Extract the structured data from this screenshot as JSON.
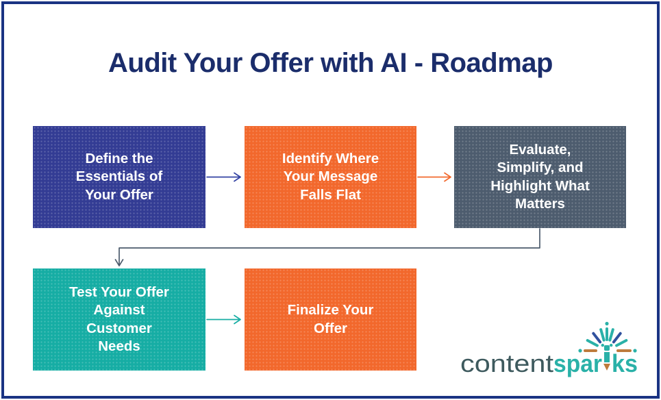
{
  "title": "Audit Your Offer with AI - Roadmap",
  "boxes": [
    {
      "id": "step-1",
      "label": "Define the\nEssentials of\nYour Offer",
      "color": "#333C94"
    },
    {
      "id": "step-2",
      "label": "Identify Where\nYour Message\nFalls Flat",
      "color": "#F2682C"
    },
    {
      "id": "step-3",
      "label": "Evaluate,\nSimplify, and\nHighlight What\nMatters",
      "color": "#4D5C6E"
    },
    {
      "id": "step-4",
      "label": "Test Your Offer\nAgainst\nCustomer\nNeeds",
      "color": "#16ADA4"
    },
    {
      "id": "step-5",
      "label": "Finalize Your\nOffer",
      "color": "#F2682C"
    }
  ],
  "connectors": [
    {
      "from": "step-1",
      "to": "step-2",
      "color_key": "arrowBlue"
    },
    {
      "from": "step-2",
      "to": "step-3",
      "color_key": "arrowOrange"
    },
    {
      "from": "step-3",
      "to": "step-4",
      "color_key": "arrowSlate"
    },
    {
      "from": "step-4",
      "to": "step-5",
      "color_key": "arrowTeal"
    }
  ],
  "logo": {
    "content": "content",
    "spar": "spar",
    "ks": "ks"
  },
  "colors": {
    "border": "#1A3383",
    "title": "#1B2D6B",
    "arrowBlue": "#3342A3",
    "arrowOrange": "#F26A2E",
    "arrowSlate": "#4C5B6C",
    "arrowTeal": "#17ADA4",
    "logoText": "#3E5A5E",
    "logoTeal": "#2AB1A8",
    "logoNavy": "#30519E",
    "logoBrown": "#BE7B3C"
  }
}
